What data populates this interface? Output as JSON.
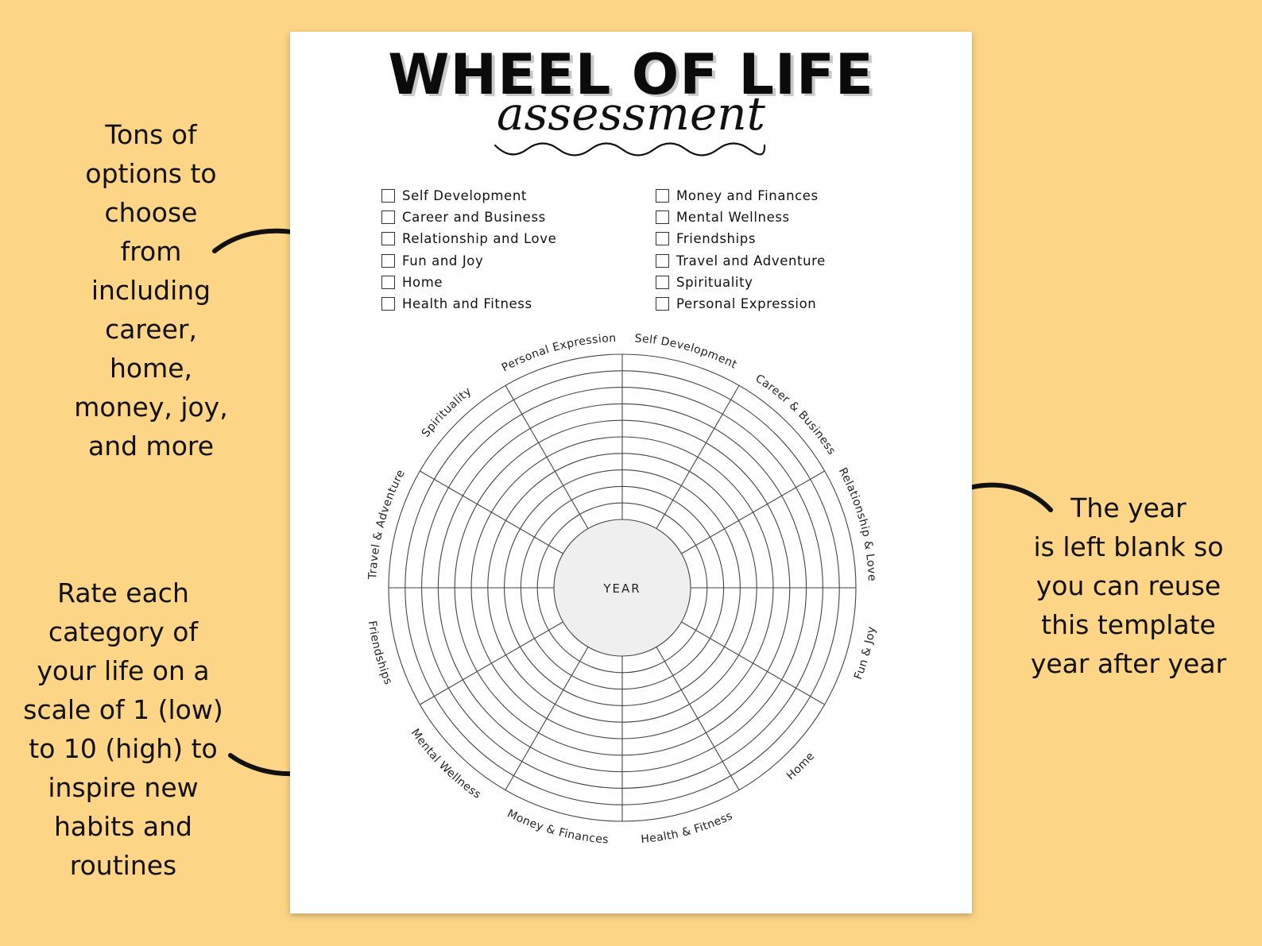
{
  "annotations": {
    "left_top": [
      "Tons of",
      "options to",
      "choose",
      "from",
      "including",
      "career,",
      "home,",
      "money, joy,",
      "and more"
    ],
    "left_bottom": [
      "Rate each",
      "category of",
      "your life on a",
      "scale of 1 (low)",
      "to 10 (high) to",
      "inspire new",
      "habits and",
      "routines"
    ],
    "right": [
      "The year",
      "is left blank so",
      "you can reuse",
      "this template",
      "year after year"
    ]
  },
  "sheet": {
    "title": "WHEEL OF LIFE",
    "subtitle": "assessment",
    "checklist_left": [
      "Self Development",
      "Career and Business",
      "Relationship and Love",
      "Fun and Joy",
      "Home",
      "Health and Fitness"
    ],
    "checklist_right": [
      "Money and Finances",
      "Mental Wellness",
      "Friendships",
      "Travel and Adventure",
      "Spirituality",
      "Personal Expression"
    ],
    "wheel": {
      "center_label": "YEAR",
      "rings": 10,
      "segments": [
        "Self Development",
        "Career & Business",
        "Relationship & Love",
        "Fun & Joy",
        "Home",
        "Health & Fitness",
        "Money & Finances",
        "Mental Wellness",
        "Friendships",
        "Travel & Adventure",
        "Spirituality",
        "Personal Expression"
      ]
    }
  }
}
